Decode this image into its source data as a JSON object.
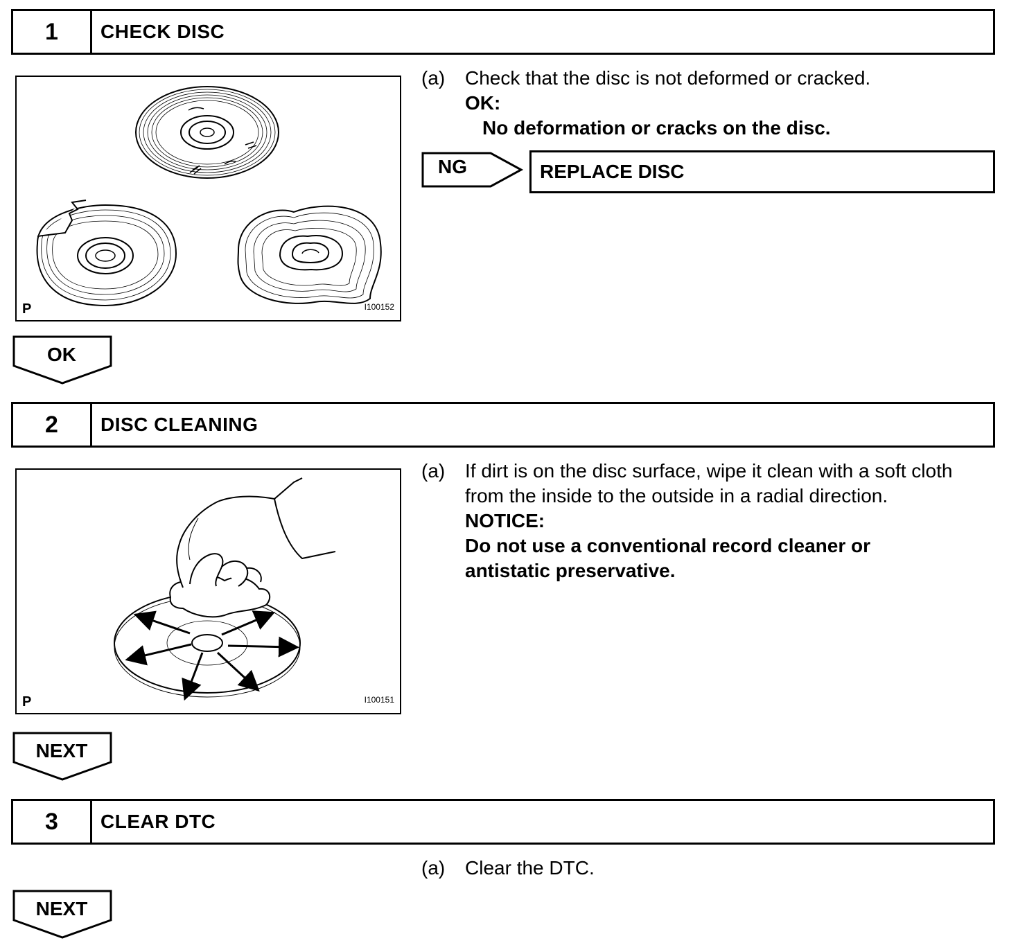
{
  "steps": [
    {
      "number": "1",
      "title": "CHECK DISC",
      "figure": {
        "corner_label": "P",
        "figure_id": "I100152"
      },
      "item_label": "(a)",
      "instruction": "Check that the disc is not deformed or cracked.",
      "ok_heading": "OK:",
      "ok_text": "No deformation or cracks on the disc.",
      "ng_label": "NG",
      "ng_action": "REPLACE DISC",
      "result_label": "OK"
    },
    {
      "number": "2",
      "title": "DISC CLEANING",
      "figure": {
        "corner_label": "P",
        "figure_id": "I100151"
      },
      "item_label": "(a)",
      "instruction_line1": "If dirt is on the disc surface, wipe it clean with a soft cloth",
      "instruction_line2": "from the inside to the outside in a radial direction.",
      "notice_heading": "NOTICE:",
      "notice_line1": "Do not use a conventional record cleaner or",
      "notice_line2": "antistatic preservative.",
      "result_label": "NEXT"
    },
    {
      "number": "3",
      "title": "CLEAR DTC",
      "item_label": "(a)",
      "instruction": "Clear the DTC.",
      "result_label": "NEXT"
    }
  ]
}
